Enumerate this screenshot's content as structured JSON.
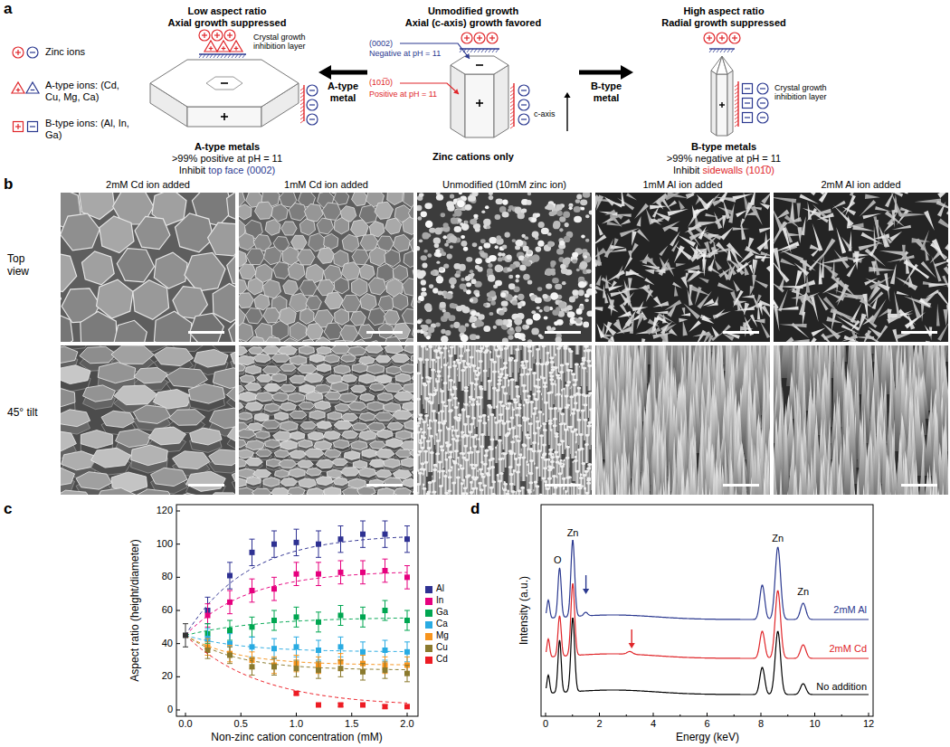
{
  "diagram": {
    "nodes": [
      {
        "text": [
          "Low aspect ratio",
          "Axial growth suppressed",
          "A-type metals",
          ">99% positive at pH = 11",
          "Inhibit",
          "top face (0002)"
        ]
      },
      {
        "text": [
          "Unmodified growth",
          "Axial (c-axis) growth favored",
          "Zinc cations only"
        ]
      },
      {
        "text": [
          "High aspect ratio",
          "Radial growth suppressed",
          "B-type metals",
          ">99% negative at pH = 11",
          "Inhibit",
          "sidewalls (101̅0)"
        ]
      }
    ],
    "edges": [
      {
        "from": 1,
        "to": 0,
        "arrow": "to",
        "label": "A-type metal"
      },
      {
        "from": 1,
        "to": 2,
        "arrow": "to",
        "label": "B-type metal"
      }
    ],
    "labels": [
      "a",
      "Crystal growth inhibition layer",
      "Crystal growth inhibition layer",
      "(0002)",
      "Negative at pH = 11",
      "(101̅0)",
      "Positive at pH = 11",
      "c-axis",
      "b",
      "2mM Cd ion added",
      "1mM Cd ion added",
      "Unmodified (10mM zinc ion)",
      "1mM Al ion added",
      "2mM Al ion added",
      "Top view",
      "45° tilt",
      "c",
      "Aspect ratio (height/diameter)",
      "Non-zinc cation concentration (mM)",
      "0",
      "20",
      "40",
      "60",
      "80",
      "100",
      "120",
      "0.0",
      "0.5",
      "1.0",
      "1.5",
      "2.0",
      "d",
      "Zn",
      "Zn",
      "Zn",
      "O",
      "2mM Al",
      "2mM Cd",
      "No addition",
      "Intensity (a.u.)",
      "Energy (keV)",
      "0",
      "2",
      "4",
      "6",
      "8",
      "10",
      "12"
    ],
    "legend": [
      {
        "text": "Zinc ions"
      },
      {
        "text": "A-type ions: (Cd, Cu, Mg, Ca)"
      },
      {
        "text": "B-type ions: (Al, In, Ga)"
      },
      {
        "text": "Al",
        "color": "#2e3192"
      },
      {
        "text": "In",
        "color": "#e6007e"
      },
      {
        "text": "Ga",
        "color": "#00a651"
      },
      {
        "text": "Ca",
        "color": "#29abe2"
      },
      {
        "text": "Mg",
        "color": "#f7941d"
      },
      {
        "text": "Cu",
        "color": "#8b7a2e"
      },
      {
        "text": "Cd",
        "color": "#ed1c24"
      }
    ]
  }
}
